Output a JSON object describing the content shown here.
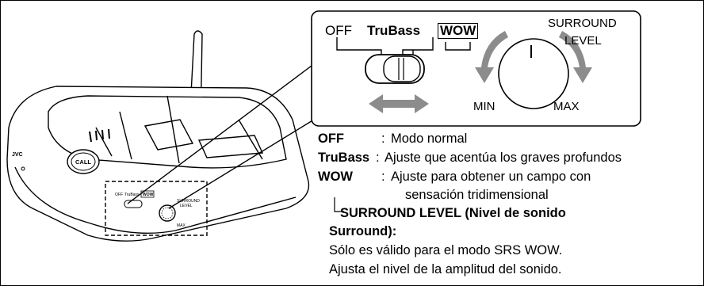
{
  "callout": {
    "off_label": "OFF",
    "trubass_label": "TruBass",
    "wow_label": "WOW",
    "surround_line1": "SURROUND",
    "surround_line2": "LEVEL",
    "min_label": "MIN",
    "max_label": "MAX"
  },
  "device": {
    "call_button_label": "CALL",
    "brand_mark": "JVC",
    "mini_off": "OFF",
    "mini_trubass": "TruBass",
    "mini_wow": "WOW",
    "mini_surround1": "SURROUND",
    "mini_surround2": "LEVEL",
    "mini_max": "MAX"
  },
  "legend": {
    "off_term": "OFF",
    "off_sep": ":",
    "off_desc": "Modo normal",
    "trubass_term": "TruBass",
    "trubass_sep": ":",
    "trubass_desc": "Ajuste que acentúa los graves profundos",
    "wow_term": "WOW",
    "wow_sep": ":",
    "wow_desc1": "Ajuste para obtener un campo con",
    "wow_desc2": "sensación tridimensional",
    "surround_title1": "SURROUND LEVEL (Nivel de sonido",
    "surround_title2": "Surround):",
    "surround_desc1": "Sólo es válido para el modo SRS WOW.",
    "surround_desc2": "Ajusta el nivel de la amplitud del sonido."
  },
  "colors": {
    "line": "#000000",
    "arrow_gray": "#8c8c8c",
    "background": "#ffffff"
  }
}
